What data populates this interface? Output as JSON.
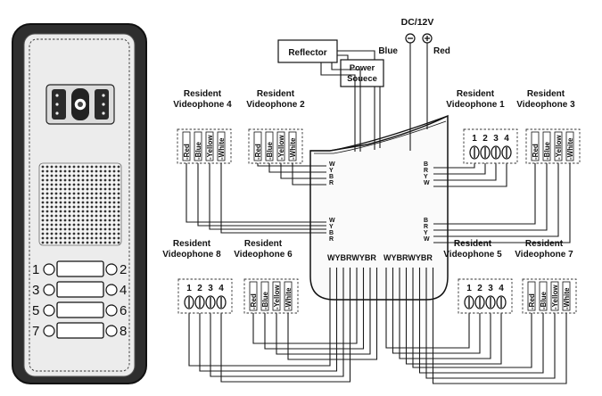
{
  "power": {
    "supply_label": "DC/12V",
    "minus_symbol": "⊖",
    "plus_symbol": "⊕",
    "blue_label": "Blue",
    "red_label": "Red"
  },
  "reflector_label": "Reflector",
  "power_source_label": "Power\nSouece",
  "resident_word": "Resident",
  "videophones": [
    {
      "label": "Videophone 4",
      "terminals": [
        "Red",
        "Blue",
        "Yellow",
        "White"
      ]
    },
    {
      "label": "Videophone 2",
      "terminals": [
        "Red",
        "Blue",
        "Yellow",
        "White"
      ]
    },
    {
      "label": "Videophone 1",
      "terminals": [
        "1",
        "2",
        "3",
        "4"
      ]
    },
    {
      "label": "Videophone 3",
      "terminals": [
        "Red",
        "Blue",
        "Yellow",
        "White"
      ]
    },
    {
      "label": "Videophone 8",
      "terminals": [
        "1",
        "2",
        "3",
        "4"
      ]
    },
    {
      "label": "Videophone 6",
      "terminals": [
        "Red",
        "Blue",
        "Yellow",
        "White"
      ]
    },
    {
      "label": "Videophone 5",
      "terminals": [
        "1",
        "2",
        "3",
        "4"
      ]
    },
    {
      "label": "Videophone 7",
      "terminals": [
        "Red",
        "Blue",
        "Yellow",
        "White"
      ]
    }
  ],
  "box_pin_labels": {
    "left": [
      "W",
      "Y",
      "B",
      "R"
    ],
    "right": [
      "B",
      "R",
      "Y",
      "W"
    ]
  },
  "box_bottom_labels": [
    "WYBRWYBR",
    "WYBRWYBR"
  ],
  "panel_buttons": [
    {
      "left": "1",
      "right": "2"
    },
    {
      "left": "3",
      "right": "4"
    },
    {
      "left": "5",
      "right": "6"
    },
    {
      "left": "7",
      "right": "8"
    }
  ]
}
